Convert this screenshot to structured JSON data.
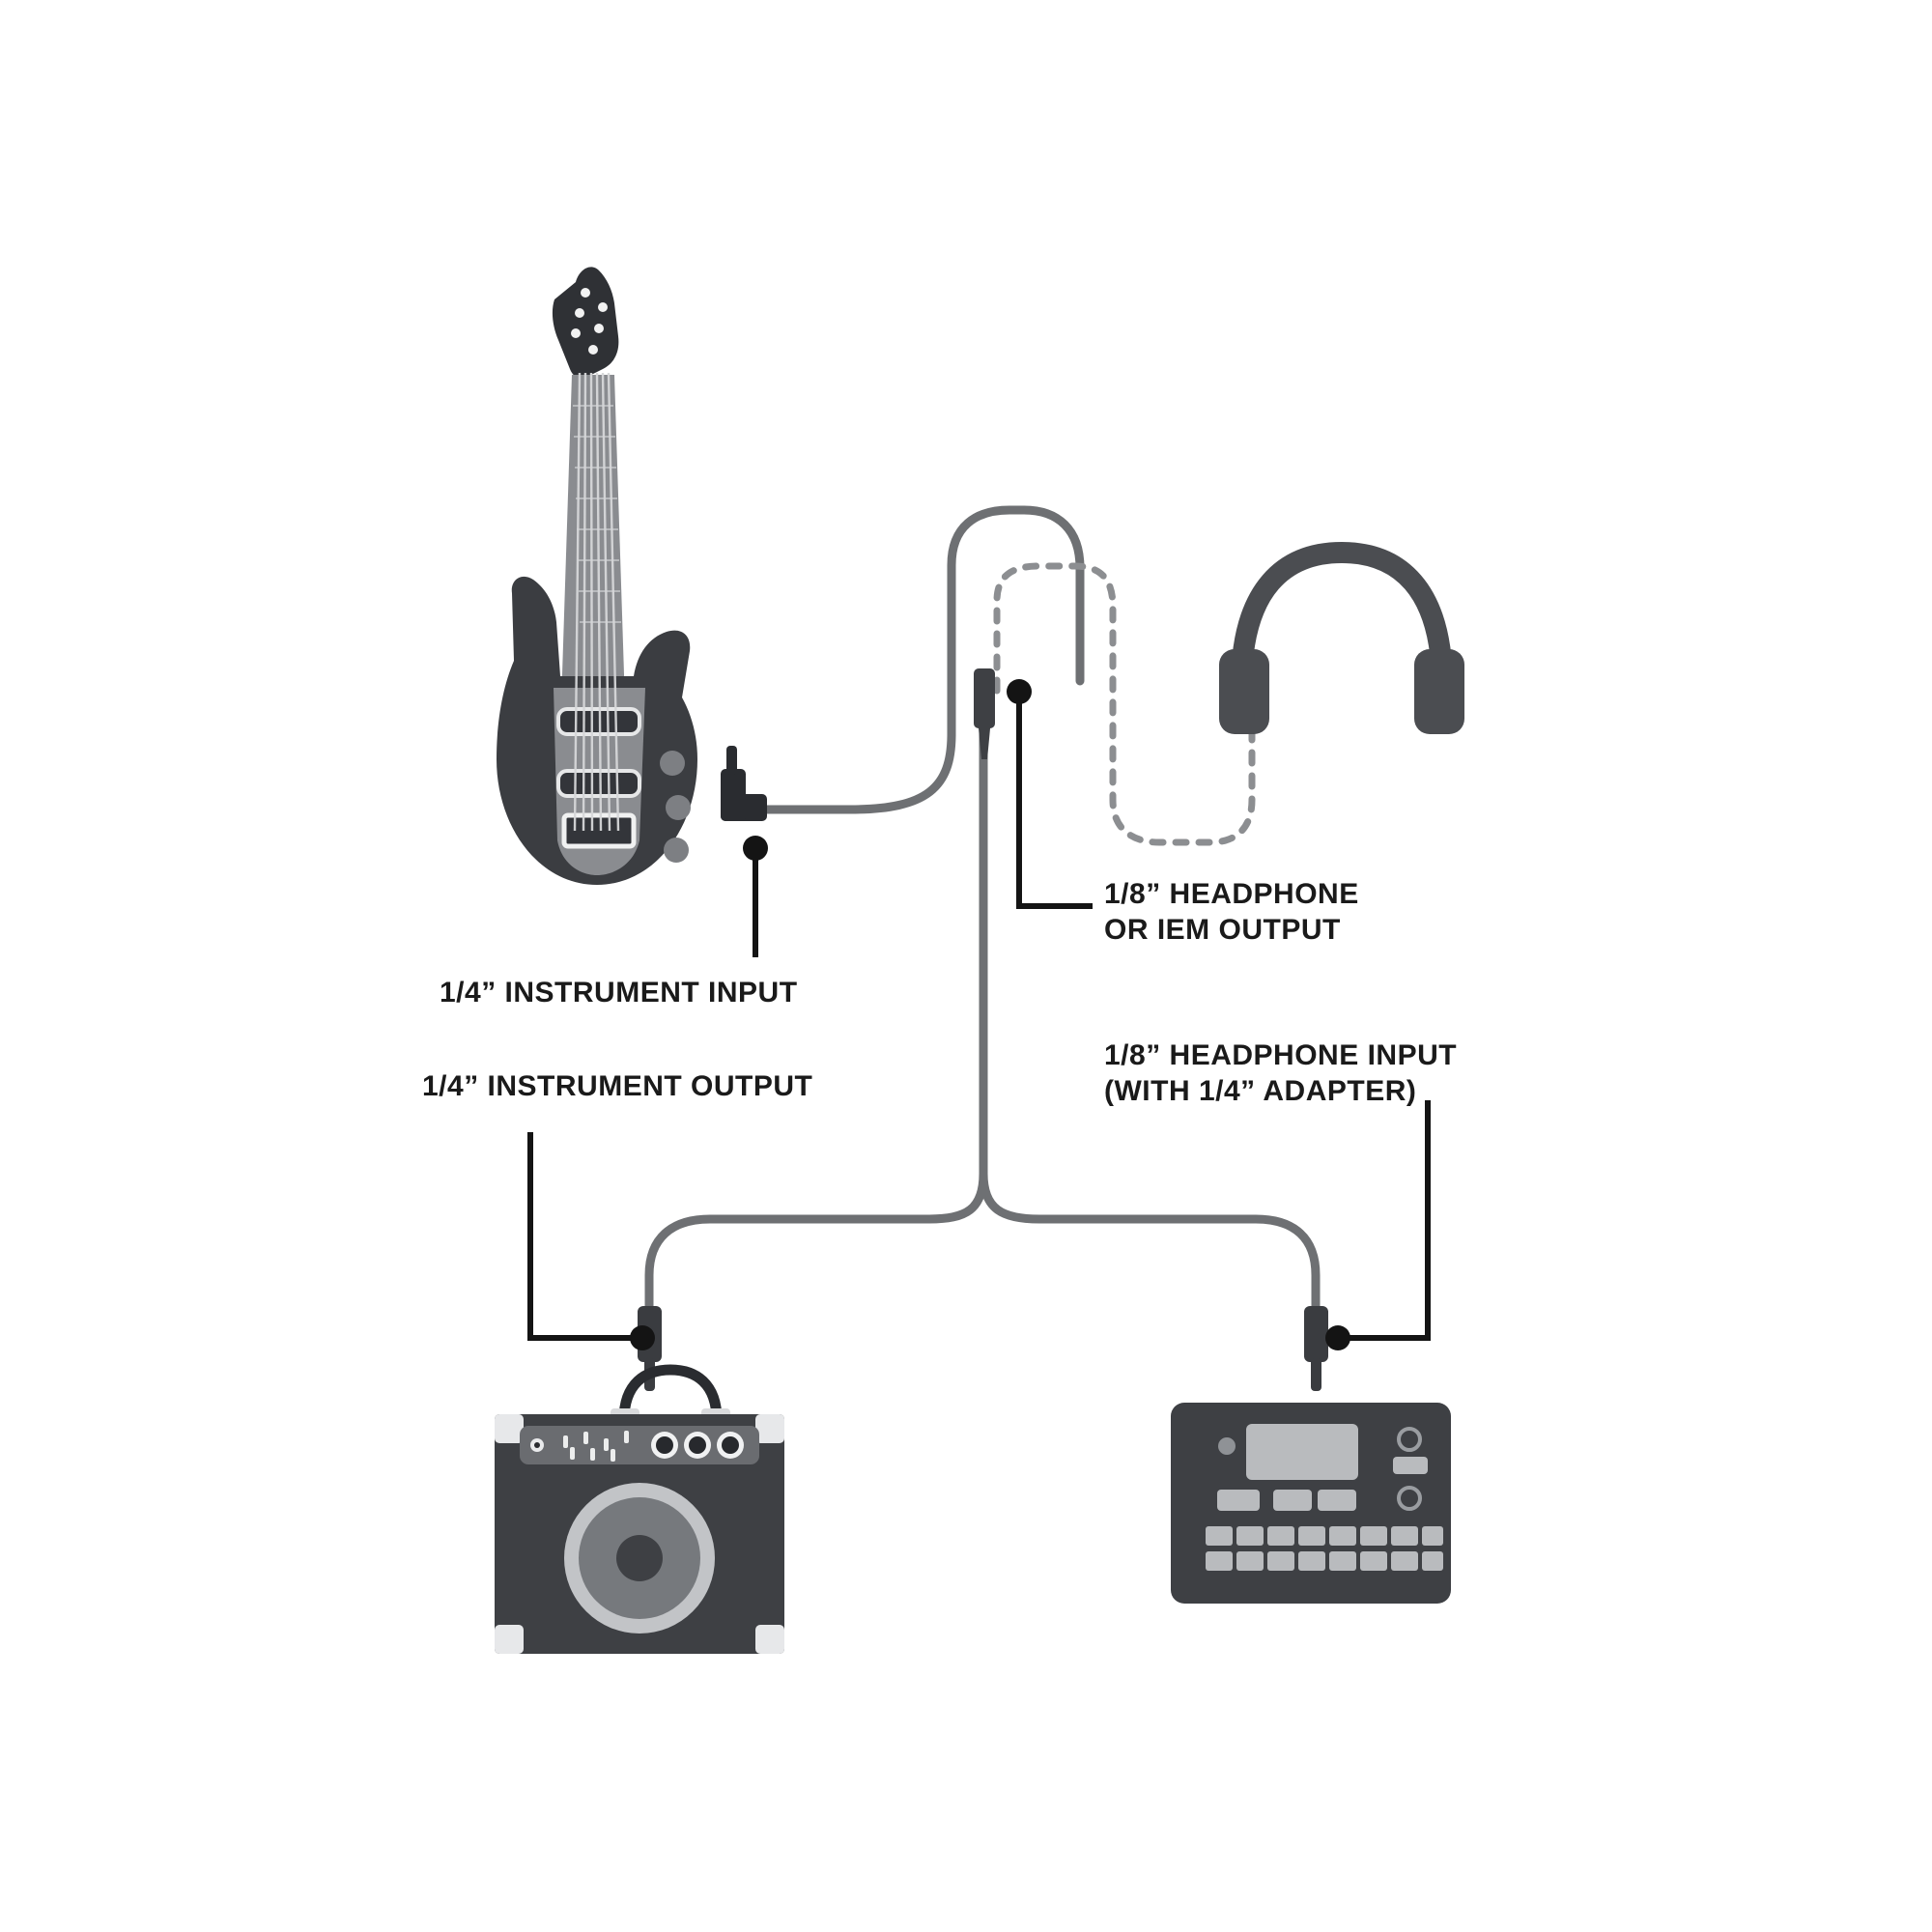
{
  "diagram": {
    "title": "Guitar Multi-Effects Interface Connectivity Diagram",
    "background_color": "#ffffff",
    "text_color": "#1a1a1a",
    "cable_color": "#6e7073",
    "device_dark": "#3e4044",
    "device_mid": "#6a6c70",
    "device_light": "#b9bbbe",
    "leader_color": "#141414"
  },
  "labels": {
    "instrument_input": "1/4” INSTRUMENT INPUT",
    "instrument_output": "1/4” INSTRUMENT OUTPUT",
    "headphone_output": "1/8” HEADPHONE\nOR IEM OUTPUT",
    "headphone_input": "1/8” HEADPHONE INPUT\n(WITH 1/4” ADAPTER)"
  },
  "devices": [
    {
      "name": "electric-guitar",
      "type": "instrument",
      "position": "top-left"
    },
    {
      "name": "headphones",
      "type": "output-monitor",
      "position": "top-right"
    },
    {
      "name": "guitar-amplifier",
      "type": "amplifier",
      "position": "bottom-left"
    },
    {
      "name": "sampler-drum-machine",
      "type": "sampler",
      "position": "bottom-right"
    },
    {
      "name": "interface-connector",
      "type": "jack-body",
      "position": "center"
    }
  ],
  "cables": [
    {
      "name": "guitar-to-interface-cable",
      "style": "solid",
      "from": "electric-guitar",
      "to": "interface-connector"
    },
    {
      "name": "headphone-cable",
      "style": "dashed",
      "from": "interface-connector",
      "to": "headphones"
    },
    {
      "name": "interface-to-amp-cable",
      "style": "solid",
      "from": "interface-connector",
      "to": "guitar-amplifier"
    },
    {
      "name": "interface-to-sampler-cable",
      "style": "solid",
      "from": "interface-connector",
      "to": "sampler-drum-machine"
    }
  ],
  "connectors": [
    {
      "name": "right-angle-quarter-inch-plug",
      "size": "1/4”",
      "shape": "right-angle"
    },
    {
      "name": "amp-quarter-inch-plug",
      "size": "1/4”",
      "shape": "straight"
    },
    {
      "name": "sampler-quarter-inch-plug",
      "size": "1/4”",
      "shape": "straight"
    },
    {
      "name": "eighth-inch-jack",
      "size": "1/8”",
      "shape": "straight"
    }
  ]
}
